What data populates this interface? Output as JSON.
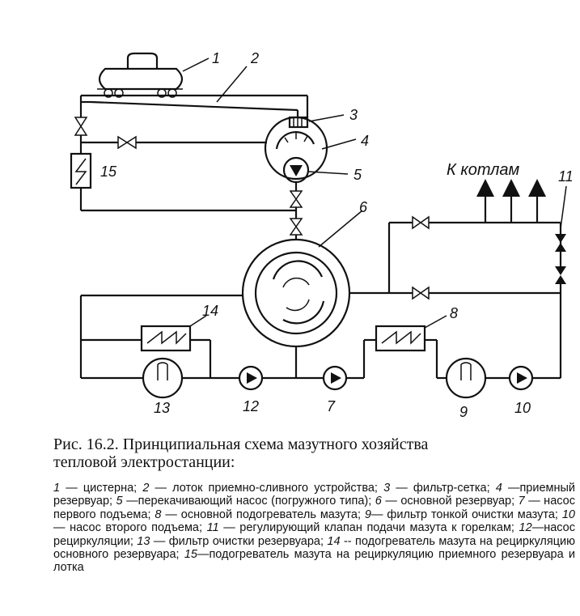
{
  "diagram": {
    "labels": {
      "n1": "1",
      "n2": "2",
      "n3": "3",
      "n4": "4",
      "n5": "5",
      "n6": "6",
      "n7": "7",
      "n8": "8",
      "n9": "9",
      "n10": "10",
      "n11": "11",
      "n12": "12",
      "n13": "13",
      "n14": "14",
      "n15": "15",
      "to_boilers": "К котлам"
    }
  },
  "caption": {
    "line1": "Рис. 16.2. Принципиальная схема  мазутного хозяйства",
    "line2": "тепловой электростанции:"
  },
  "legend": [
    {
      "num": "1",
      "text": " — цистерна;  "
    },
    {
      "num": "2",
      "text": " — лоток приемно-сливного устройства; "
    },
    {
      "num": "3",
      "text": " — фильтр-сетка; "
    },
    {
      "num": "4",
      "text": " —приемный резервуар; "
    },
    {
      "num": "5",
      "text": " —перекачивающий насос (погружного типа); "
    },
    {
      "num": "6",
      "text": " — основной резервуар; "
    },
    {
      "num": "7",
      "text": " — насос первого подъема; "
    },
    {
      "num": "8",
      "text": " — основной подогреватель мазута; "
    },
    {
      "num": "9",
      "text": "— фильтр тонкой очистки мазута; "
    },
    {
      "num": "10",
      "text": " — насос второго подъема; "
    },
    {
      "num": "11",
      "text": " — регулирующий клапан подачи мазута к горелкам; "
    },
    {
      "num": "12",
      "text": "—насос рециркуляции; "
    },
    {
      "num": "13",
      "text": " — фильтр очистки резервуара; "
    },
    {
      "num": "14",
      "text": " -- подогреватель мазута на рециркуляцию основного резервуара; "
    },
    {
      "num": "15",
      "text": "—подогреватель мазута на рециркуляцию приемного резервуара и лотка"
    }
  ]
}
